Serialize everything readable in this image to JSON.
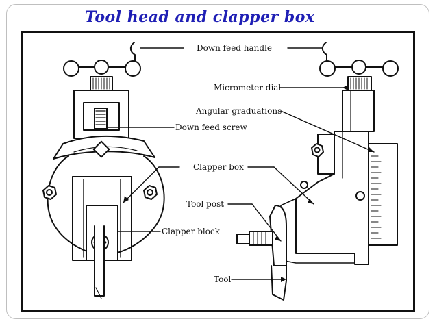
{
  "slide": {
    "title": "Tool head and clapper box"
  },
  "labels": {
    "down_feed_handle": "Down feed handle",
    "micrometer_dial": "Micrometer dial",
    "angular_graduations": "Angular graduations",
    "down_feed_screw": "Down feed screw",
    "clapper_box": "Clapper box",
    "tool_post": "Tool post",
    "clapper_block": "Clapper block",
    "tool": "Tool"
  },
  "colors": {
    "title": "#1f1fb5",
    "line": "#111111",
    "frame_border": "#bfbfbf"
  }
}
